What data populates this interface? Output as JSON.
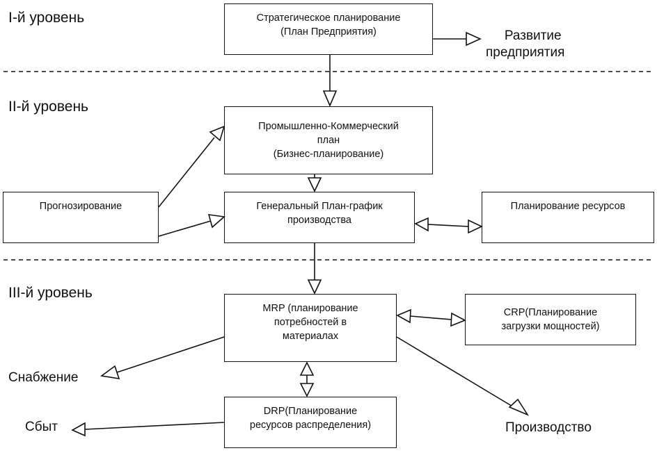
{
  "levels": {
    "level1": "I-й уровень",
    "level2": "II-й уровень",
    "level3": "III-й уровень"
  },
  "boxes": {
    "strategic": [
      "Стратегическое планирование",
      "(План Предприятия)"
    ],
    "industrial": [
      "Промышленно-Коммерческий",
      "план",
      "(Бизнес-планирование)"
    ],
    "forecasting": [
      "Прогнозирование"
    ],
    "master_schedule": [
      "Генеральный План-график",
      "производства"
    ],
    "resource_planning": [
      "Планирование ресурсов"
    ],
    "mrp": [
      "MRP (планирование",
      "потребностей в",
      "материалах"
    ],
    "crp": [
      "CRP(Планирование",
      "загрузки мощностей)"
    ],
    "drp": [
      "DRP(Планирование",
      "ресурсов распределения)"
    ]
  },
  "outputs": {
    "development": [
      "Развитие",
      "предприятия"
    ],
    "supply": "Снабжение",
    "sales": "Сбыт",
    "production": "Производство"
  }
}
